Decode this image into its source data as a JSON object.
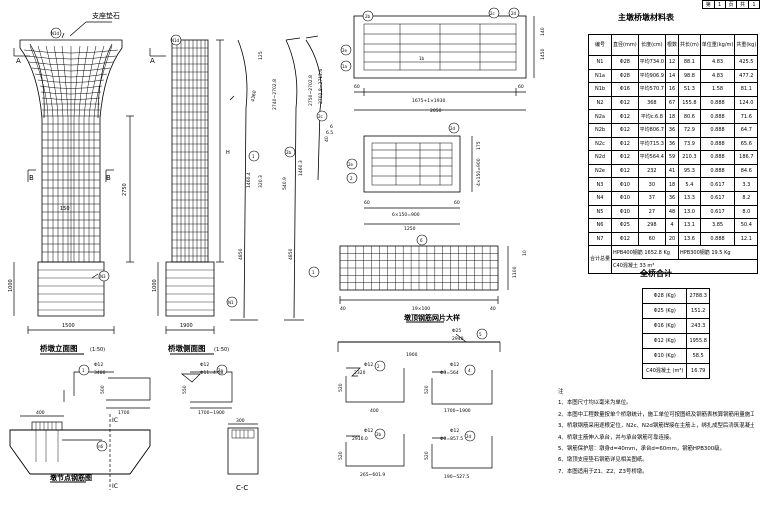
{
  "sheet": {
    "cells": [
      "第",
      "1",
      "页",
      "共",
      "1"
    ]
  },
  "elevation": {
    "top_label": "支座垫石",
    "section_a": "A",
    "section_b": "B",
    "dim_1500": "1500",
    "dim_2750": "2750",
    "dim_150": "150",
    "dim_1000": "1000",
    "bubbles": {
      "n1d": "N1d",
      "n3": "N3"
    },
    "title": "桥墩立面图",
    "scale": "(1:50)"
  },
  "side": {
    "dim_h": "H",
    "dim_1000": "1000",
    "dim_1900": "1900",
    "bubbles": {
      "n1d": "N1d",
      "n1": "N1"
    },
    "title": "桥墩侧面图",
    "scale": "(1:50)"
  },
  "curves": {
    "labels": [
      "125",
      "4360",
      "2740~2702.8",
      "2750~2702.8",
      "2702.8~2712.6",
      "4850",
      "4850",
      "320.3",
      "540.9",
      "1460.4",
      "1460.3",
      "40",
      "6",
      "6.5"
    ],
    "bubbles": {
      "n1": "1",
      "n2": "2b",
      "n3": "2c"
    }
  },
  "plan_top": {
    "bubbles": [
      "2b",
      "2c",
      "2d",
      "2e",
      "1a",
      "1b"
    ],
    "dims": [
      "60",
      "1675+1×1930",
      "60",
      "2050",
      "140",
      "1450"
    ]
  },
  "plan_mid": {
    "bubbles": [
      "2d",
      "2e",
      "2"
    ],
    "dims": [
      "60",
      "6×150=900",
      "60",
      "1250",
      "175",
      "4×150=900"
    ]
  },
  "mesh": {
    "bubbles": [
      "6",
      "1"
    ],
    "dims": [
      "40",
      "19×100",
      "40",
      "1100",
      "10"
    ],
    "title": "墩顶钢筋网片大样"
  },
  "top_bar": {
    "bubble": "5",
    "label": "Φ25",
    "len": "2940",
    "dim": "1900"
  },
  "pier_cap": {
    "dims": [
      "400"
    ],
    "bubbles": [
      "n6"
    ],
    "title": "墩节点钢筋图",
    "section_ic": "IC",
    "bar1": {
      "label": "Φ12",
      "sub": "3480",
      "dim_l": "500",
      "dim_w": "1700",
      "bub": "1"
    },
    "bar2": {
      "label": "Φ12",
      "sub": "Φ11=4.68",
      "dim_l": "550",
      "dim_w": "1700~1900",
      "bub": "2a"
    }
  },
  "section_cc": {
    "title": "C-C",
    "dim": "300"
  },
  "bar_shapes": [
    {
      "bub": "2",
      "lbl": "Φ12",
      "sub": "2320",
      "w": "400",
      "h": "520"
    },
    {
      "bub": "2b",
      "lbl": "Φ12",
      "sub": "2916.0",
      "w": "265~601.9",
      "h": "520"
    },
    {
      "bub": "4",
      "lbl": "Φ12",
      "sub": "Φ3=564",
      "w": "1700~1900",
      "h": "520"
    },
    {
      "bub": "2d",
      "lbl": "Φ12",
      "sub": "Φ0=857.5",
      "w": "190~527.5",
      "h": "520"
    }
  ],
  "bom": {
    "title": "主墩桥墩材料表",
    "headers": [
      "编号",
      "直径(mm)",
      "长度(cm)",
      "根数",
      "共长(m)",
      "单位重(kg/m)",
      "共重(kg)"
    ],
    "rows": [
      [
        "N1",
        "Φ28",
        "平均734.0",
        "12",
        "88.1",
        "4.83",
        "425.5"
      ],
      [
        "N1a",
        "Φ28",
        "平均906.9",
        "14",
        "98.8",
        "4.83",
        "477.2"
      ],
      [
        "N1b",
        "Φ16",
        "平均570.7",
        "16",
        "51.3",
        "1.58",
        "81.1"
      ],
      [
        "N2",
        "Φ12",
        "368",
        "67",
        "155.8",
        "0.888",
        "124.0"
      ],
      [
        "N2a",
        "Φ12",
        "平均c.6.8",
        "18",
        "80.6",
        "0.888",
        "71.6"
      ],
      [
        "N2b",
        "Φ12",
        "平均806.7",
        "36",
        "72.9",
        "0.888",
        "64.7"
      ],
      [
        "N2c",
        "Φ12",
        "平均715.3",
        "36",
        "73.9",
        "0.888",
        "65.6"
      ],
      [
        "N2d",
        "Φ12",
        "平均564.4",
        "59",
        "210.3",
        "0.888",
        "186.7"
      ],
      [
        "N2e",
        "Φ12",
        "232",
        "41",
        "95.3",
        "0.888",
        "84.6"
      ],
      [
        "N3",
        "Φ10",
        "30",
        "18",
        "5.4",
        "0.617",
        "3.3"
      ],
      [
        "N4",
        "Φ10",
        "37",
        "36",
        "13.3",
        "0.617",
        "8.2"
      ],
      [
        "N5",
        "Φ10",
        "27",
        "48",
        "13.0",
        "0.617",
        "8.0"
      ],
      [
        "N6",
        "Φ25",
        "298",
        "4",
        "13.1",
        "3.85",
        "50.4"
      ],
      [
        "N7",
        "Φ12",
        "60",
        "20",
        "13.6",
        "0.888",
        "12.1"
      ]
    ],
    "footer_label": "合计总量",
    "footer_a": "HPB400钢筋 1652.8 Kg",
    "footer_b": "HPB300钢筋 19.5 Kg",
    "footer_c": "C40混凝土 33 m³"
  },
  "summary": {
    "title": "全桥合计",
    "rows": [
      [
        "Φ28 (Kg)",
        "2788.3"
      ],
      [
        "Φ25 (Kg)",
        "151.2"
      ],
      [
        "Φ16 (Kg)",
        "243.3"
      ],
      [
        "Φ12 (Kg)",
        "1955.8"
      ],
      [
        "Φ10 (Kg)",
        "58.5"
      ],
      [
        "C40混凝土 (m³)",
        "16.79"
      ]
    ]
  },
  "notes": {
    "heading": "注",
    "items": [
      "1、本图尺寸均以毫米为单位。",
      "2、本图中工程数量按单个桥墩统计，施工单位可按图纸及钢筋表核算钢筋用量施工。",
      "3、桥墩钢筋采用逐根定位，N2c、N2d钢筋焊接在主筋上，绑扎成型后浇筑混凝土。",
      "4、桥墩主筋伸入承台，并与承台钢筋可靠连接。",
      "5、钢筋保护层：墩身d=40mm，承台d=60mm，钢筋HPB300级。",
      "6、墩顶支座垫石钢筋详见相关图纸。",
      "7、本图适用于Z1、Z2、Z3号桥墩。"
    ]
  }
}
